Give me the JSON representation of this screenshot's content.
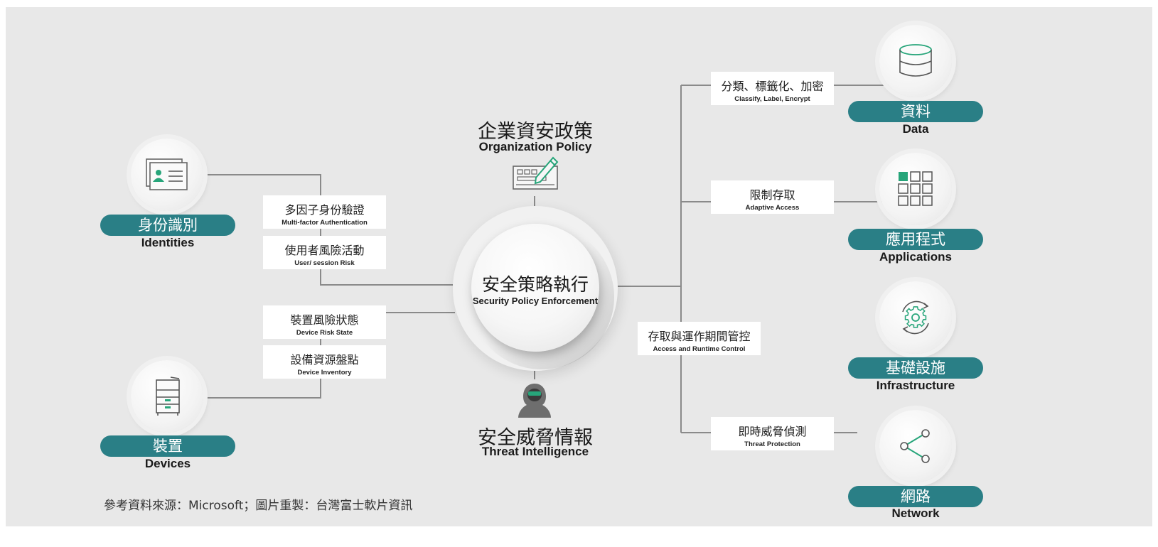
{
  "center": {
    "zh": "安全策略執行",
    "en": "Security Policy Enforcement"
  },
  "policy": {
    "zh": "企業資安政策",
    "en": "Organization Policy"
  },
  "threat": {
    "zh": "安全威脅情報",
    "en": "Threat Intelligence"
  },
  "left": {
    "identities": {
      "zh": "身份識別",
      "en": "Identities"
    },
    "devices": {
      "zh": "裝置",
      "en": "Devices"
    }
  },
  "left_boxes": [
    {
      "zh": "多因子身份驗證",
      "en": "Multi-factor Authentication"
    },
    {
      "zh": "使用者風險活動",
      "en": "User/ session Risk"
    },
    {
      "zh": "裝置風險狀態",
      "en": "Device Risk State"
    },
    {
      "zh": "設備資源盤點",
      "en": "Device Inventory"
    }
  ],
  "right_boxes": [
    {
      "zh": "分類、標籤化、加密",
      "en": "Classify, Label, Encrypt"
    },
    {
      "zh": "限制存取",
      "en": "Adaptive Access"
    },
    {
      "zh": "存取與運作期間管控",
      "en": "Access and Runtime Control"
    },
    {
      "zh": "即時威脅偵測",
      "en": "Threat Protection"
    }
  ],
  "right": {
    "data": {
      "zh": "資料",
      "en": "Data"
    },
    "applications": {
      "zh": "應用程式",
      "en": "Applications"
    },
    "infrastructure": {
      "zh": "基礎設施",
      "en": "Infrastructure"
    },
    "network": {
      "zh": "網路",
      "en": "Network"
    }
  },
  "source_note": "參考資料來源：Microsoft；圖片重製：台灣富士軟片資訊",
  "colors": {
    "teal": "#2a7f86",
    "green": "#27a57a",
    "line": "#8a8a8a",
    "background": "#e8e8e8"
  }
}
